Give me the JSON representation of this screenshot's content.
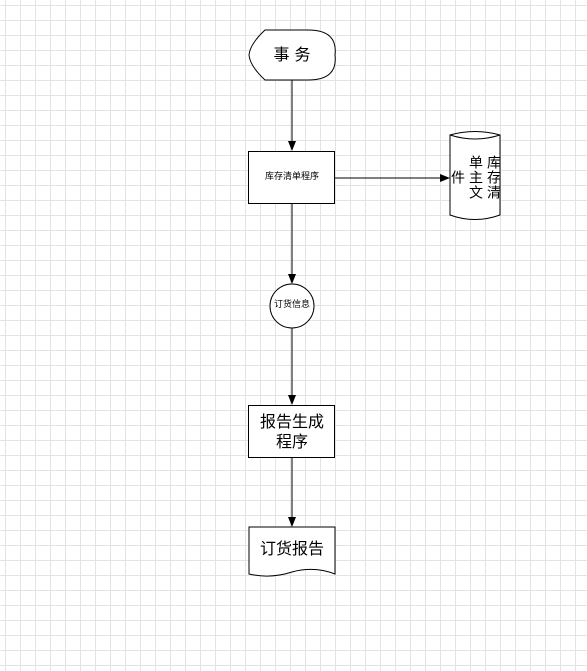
{
  "diagram": {
    "nodes": {
      "transaction": {
        "label": "事 务",
        "shape": "display"
      },
      "inventory_program": {
        "label": "库存清单程序",
        "shape": "process"
      },
      "inventory_master_file": {
        "label": "库存清单主文件",
        "shape": "storage"
      },
      "order_info": {
        "label": "订货信息",
        "shape": "connector"
      },
      "report_program": {
        "label": "报告生成\n程序",
        "shape": "process"
      },
      "order_report": {
        "label": "订货报告",
        "shape": "document"
      }
    },
    "edges": [
      {
        "from": "transaction",
        "to": "inventory_program"
      },
      {
        "from": "inventory_program",
        "to": "inventory_master_file"
      },
      {
        "from": "inventory_program",
        "to": "order_info"
      },
      {
        "from": "order_info",
        "to": "report_program"
      },
      {
        "from": "report_program",
        "to": "order_report"
      }
    ],
    "colors": {
      "stroke": "#000000",
      "fill": "#ffffff",
      "grid": "#e3e3e3"
    }
  }
}
